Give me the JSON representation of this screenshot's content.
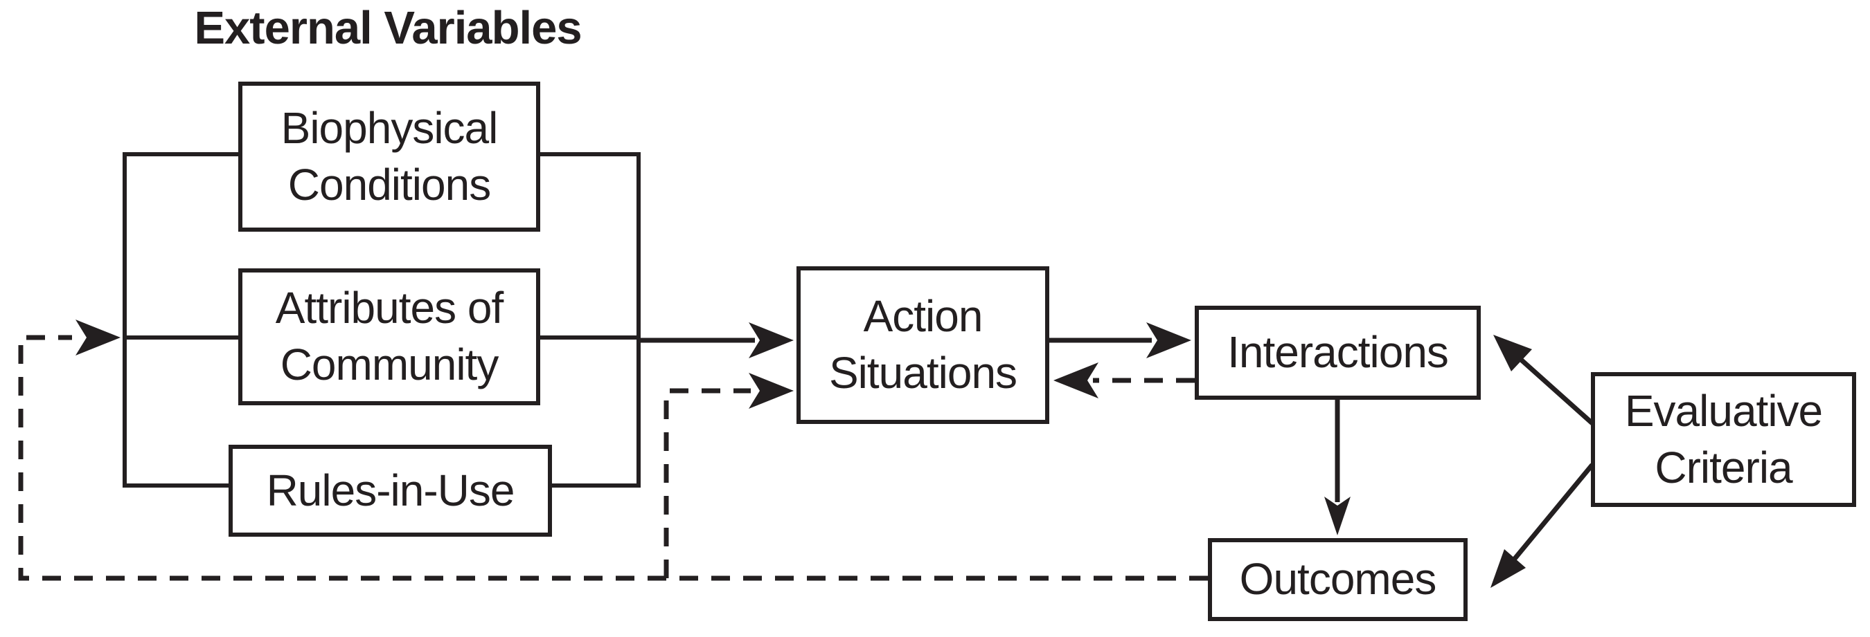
{
  "title": "External Variables",
  "nodes": {
    "biophysical": {
      "label": "Biophysical\nConditions"
    },
    "attributes": {
      "label": "Attributes of\nCommunity"
    },
    "rules": {
      "label": "Rules-in-Use"
    },
    "action": {
      "label": "Action\nSituations"
    },
    "interactions": {
      "label": "Interactions"
    },
    "outcomes": {
      "label": "Outcomes"
    },
    "evaluative": {
      "label": "Evaluative\nCriteria"
    }
  },
  "edges": [
    {
      "from": "external-variables",
      "to": "action-situations",
      "style": "solid",
      "note": "bracket groups Biophysical Conditions, Attributes of Community and Rules-in-Use"
    },
    {
      "from": "action-situations",
      "to": "interactions",
      "style": "solid"
    },
    {
      "from": "interactions",
      "to": "action-situations",
      "style": "dashed"
    },
    {
      "from": "interactions",
      "to": "outcomes",
      "style": "solid"
    },
    {
      "from": "evaluative-criteria",
      "to": "interactions",
      "style": "solid"
    },
    {
      "from": "evaluative-criteria",
      "to": "outcomes",
      "style": "solid"
    },
    {
      "from": "outcomes",
      "to": "external-variables",
      "style": "dashed",
      "note": "feedback loop along bottom and up the left side"
    },
    {
      "from": "outcomes",
      "to": "action-situations",
      "style": "dashed",
      "note": "feedback branch rising at x~960"
    }
  ],
  "colors": {
    "line": "#231f20",
    "text": "#231f20",
    "background": "#ffffff"
  }
}
